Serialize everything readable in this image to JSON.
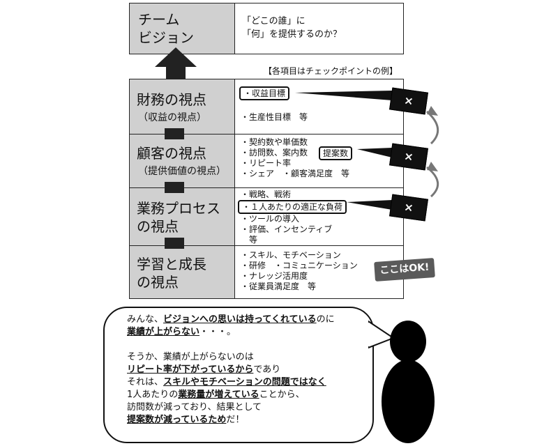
{
  "vision": {
    "title_lines": [
      "チーム",
      "ビジョン"
    ],
    "desc_lines": [
      "「どこの誰」に",
      "「何」を提供するのか？"
    ]
  },
  "checkpoint_label": "【各項目はチェックポイントの例】",
  "rows": [
    {
      "title_lines": [
        "財務の視点"
      ],
      "subtitle": "（収益の視点）",
      "items": [
        "・収益目標",
        "・生産性目標　等"
      ]
    },
    {
      "title_lines": [
        "顧客の視点"
      ],
      "subtitle": "（提供価値の視点）",
      "items": [
        "・契約数や単価数",
        "・訪問数、案内数",
        "・リピート率",
        "・シェア　・顧客満足度　等"
      ],
      "boxed": "提案数"
    },
    {
      "title_lines": [
        "業務プロセス",
        "の視点"
      ],
      "items": [
        "・戦略、戦術",
        "・１人あたりの適正な負荷",
        "・ツールの導入",
        "・評価、インセンティブ",
        "　等"
      ]
    },
    {
      "title_lines": [
        "学習と成長",
        "の視点"
      ],
      "items": [
        "・スキル、モチベーション",
        "・研修　・コミュニケーション",
        "・ナレッジ活用度",
        "・従業員満足度　等"
      ]
    }
  ],
  "x_mark": "×",
  "ok_label": "ここはOK!",
  "speech": {
    "line1": {
      "a": "みんな、",
      "b": "ビジョンへの思いは持ってくれている",
      "c": "のに"
    },
    "line2": {
      "a": "業績が上がらない",
      "b": "・・・。"
    },
    "line3": "そうか、業績が上がらないのは",
    "line4": {
      "a": "リピート率が下がっているから",
      "b": "であり"
    },
    "line5": {
      "a": "それは、",
      "b": "スキルやモチベーションの問題ではなく"
    },
    "line6": {
      "a": "1人あたりの",
      "b": "業務量が増えている",
      "c": "ことから、"
    },
    "line7": "訪問数が減っており、結果として",
    "line8": {
      "a": "提案数が減っているため",
      "b": "だ！"
    }
  }
}
